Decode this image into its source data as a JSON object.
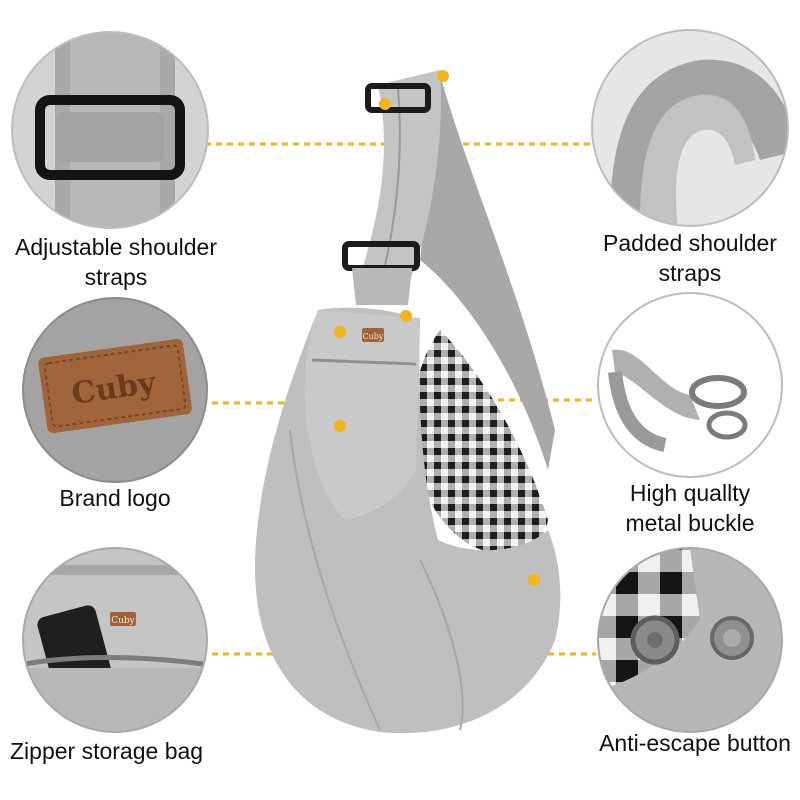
{
  "features": {
    "adjustable": {
      "line1": "Adjustable shoulder",
      "line2": "straps"
    },
    "padded": {
      "line1": "Padded shoulder",
      "line2": "straps"
    },
    "brand": {
      "line1": "Brand logo"
    },
    "buckle": {
      "line1": "High quallty",
      "line2": "metal buckle"
    },
    "zipper": {
      "line1": "Zipper storage bag"
    },
    "escape": {
      "line1": "Anti-escape button"
    }
  },
  "logo": {
    "text": "Cuby"
  },
  "colors": {
    "callout_line": "#f2b51a",
    "fabric": "#bdbdbd",
    "fabric_dark": "#9e9e9e",
    "leather": "#a0643a",
    "circle_bg": "#d6d6d6"
  }
}
